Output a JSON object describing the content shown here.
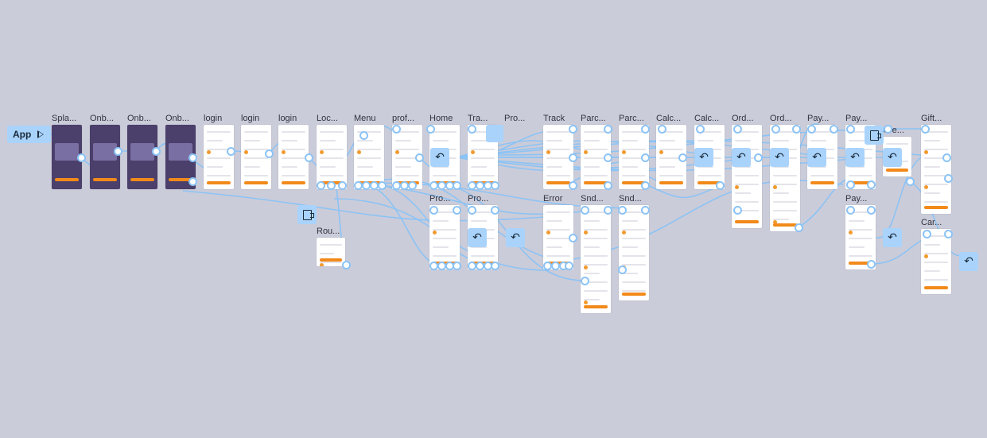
{
  "prototype": {
    "start_flow_label": "App",
    "frames": [
      {
        "id": "splash",
        "label": "Spla...",
        "dark": true
      },
      {
        "id": "onboarding-1",
        "label": "Onb...",
        "dark": true
      },
      {
        "id": "onboarding-2",
        "label": "Onb...",
        "dark": true
      },
      {
        "id": "onboarding-3",
        "label": "Onb...",
        "dark": true
      },
      {
        "id": "login-1",
        "label": "login",
        "dark": false
      },
      {
        "id": "login-2",
        "label": "login",
        "dark": false
      },
      {
        "id": "login-3",
        "label": "login",
        "dark": false
      },
      {
        "id": "location",
        "label": "Loc...",
        "dark": false
      },
      {
        "id": "menu",
        "label": "Menu",
        "dark": false
      },
      {
        "id": "profile",
        "label": "prof...",
        "dark": false
      },
      {
        "id": "home",
        "label": "Home",
        "dark": false
      },
      {
        "id": "tracking",
        "label": "Tra...",
        "dark": false
      },
      {
        "id": "pro-top",
        "label": "Pro...",
        "dark": false
      },
      {
        "id": "track",
        "label": "Track",
        "dark": false
      },
      {
        "id": "parcel-1",
        "label": "Parc...",
        "dark": false
      },
      {
        "id": "parcel-2",
        "label": "Parc...",
        "dark": false
      },
      {
        "id": "calc-1",
        "label": "Calc...",
        "dark": false
      },
      {
        "id": "calc-2",
        "label": "Calc...",
        "dark": false
      },
      {
        "id": "order-1",
        "label": "Ord...",
        "dark": false
      },
      {
        "id": "order-2",
        "label": "Ord...",
        "dark": false
      },
      {
        "id": "payment-1",
        "label": "Pay...",
        "dark": false
      },
      {
        "id": "payment-2",
        "label": "Pay...",
        "dark": false
      },
      {
        "id": "create",
        "label": "Cre...",
        "dark": false
      },
      {
        "id": "gift",
        "label": "Gift...",
        "dark": false
      },
      {
        "id": "route",
        "label": "Rou...",
        "dark": false
      },
      {
        "id": "pro-1",
        "label": "Pro...",
        "dark": false
      },
      {
        "id": "pro-2",
        "label": "Pro...",
        "dark": false
      },
      {
        "id": "error",
        "label": "Error",
        "dark": false
      },
      {
        "id": "snd-1",
        "label": "Snd...",
        "dark": false
      },
      {
        "id": "snd-2",
        "label": "Snd...",
        "dark": false
      },
      {
        "id": "payment-3",
        "label": "Pay...",
        "dark": false
      },
      {
        "id": "card",
        "label": "Car...",
        "dark": false
      }
    ],
    "colors": {
      "canvas": "#cbccd9",
      "noodle": "#8cc3f5",
      "chip": "#a9d3fb",
      "accent": "#f28a1b",
      "dark_frame": "#4b3f6b"
    },
    "icons": {
      "start": "play-icon",
      "back": "back-arrow-icon",
      "overlay": "open-overlay-icon"
    }
  }
}
